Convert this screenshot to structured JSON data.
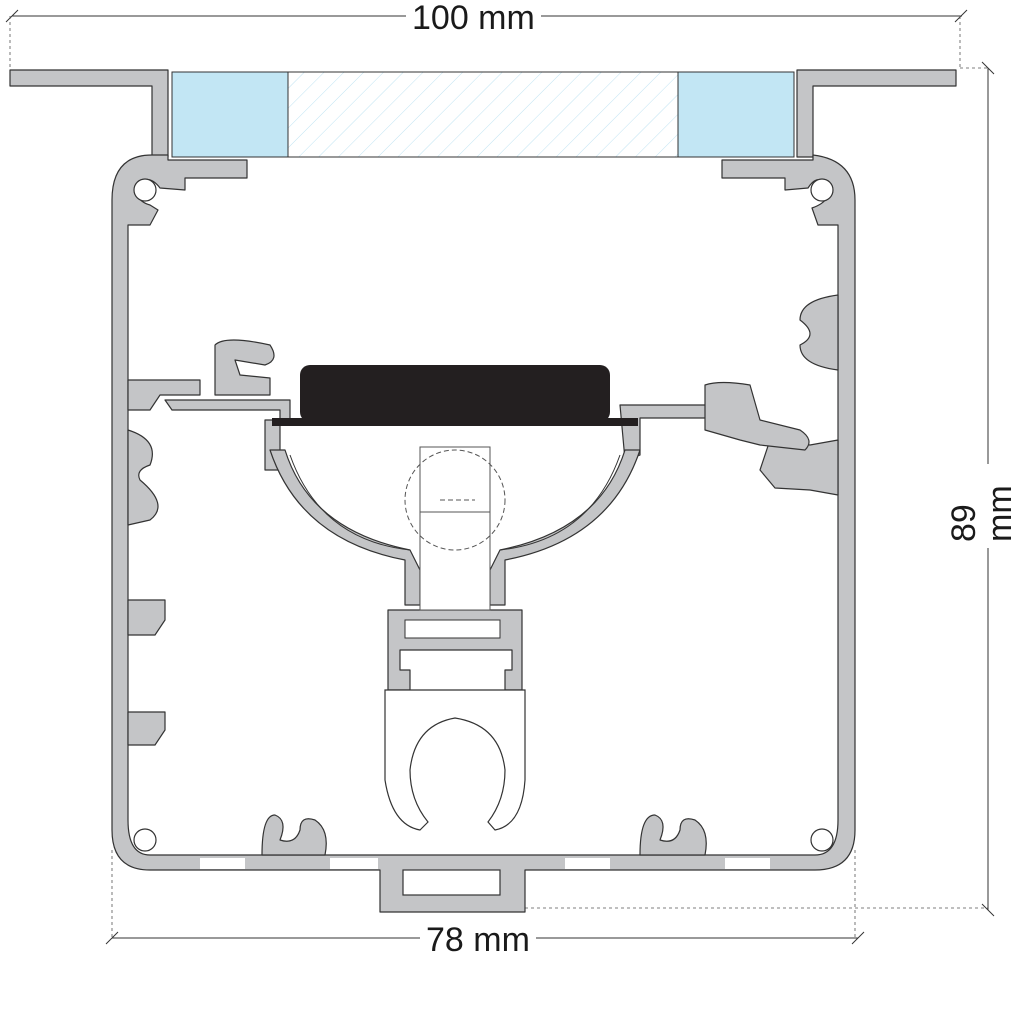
{
  "dimensions": {
    "width_top": "100 mm",
    "height": "89 mm",
    "width_bottom": "78 mm"
  },
  "colors": {
    "aluminium": "#c4c5c7",
    "diffuser": "#c2e6f4",
    "led_module": "#231f20",
    "outline": "#333333"
  }
}
